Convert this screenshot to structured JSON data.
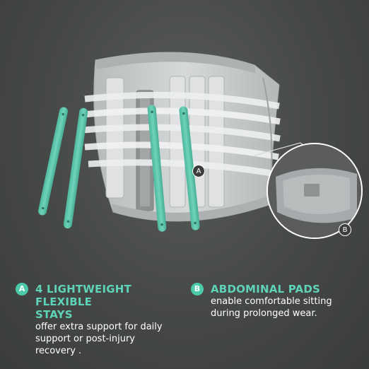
{
  "labels": {
    "a": "A",
    "b": "B"
  },
  "callout_a": {
    "badge": "A",
    "title_line1": "4 LIGHTWEIGHT FLEXIBLE",
    "title_line2": "STAYS",
    "body_line1": "offer extra support for daily",
    "body_line2": "support or post-injury",
    "body_line3": "recovery ."
  },
  "callout_b": {
    "badge": "B",
    "title": "ABDOMINAL PADS",
    "body_line1": "enable comfortable sitting",
    "body_line2": "during prolonged wear."
  },
  "colors": {
    "accent": "#4cc9a8",
    "stay": "#5fc7ad",
    "brace": "#c9cbcc",
    "background": "#454846"
  }
}
